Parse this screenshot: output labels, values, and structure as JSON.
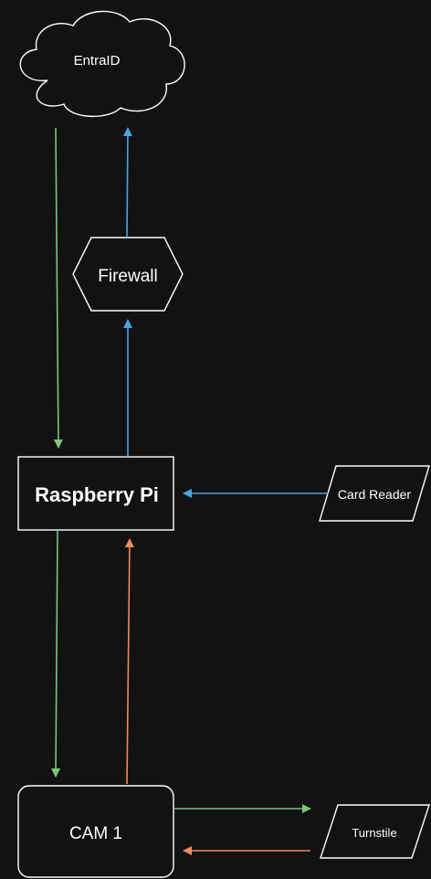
{
  "nodes": {
    "entraid": "EntraID",
    "firewall": "Firewall",
    "raspberry_pi": "Raspberry Pi",
    "card_reader": "Card Reader",
    "cam1": "CAM 1",
    "turnstile": "Turnstile"
  },
  "colors": {
    "background": "#121212",
    "shape_stroke": "#ffffff",
    "text": "#ffffff",
    "arrow_green": "#7bc67b",
    "arrow_blue": "#4aa3df",
    "arrow_orange": "#f08a5d"
  }
}
